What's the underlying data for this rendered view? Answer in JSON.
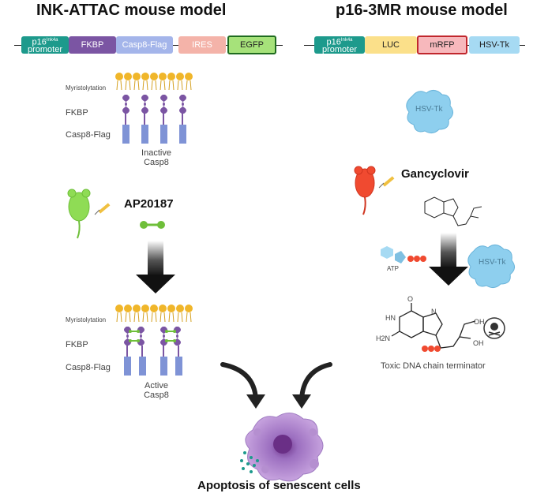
{
  "left": {
    "title": "INK-ATTAC mouse model",
    "construct": {
      "promoter_line1": "p16",
      "promoter_sup": "Ink4a",
      "promoter_line2": "promoter",
      "fkbp": "FKBP",
      "casp8flag": "Casp8-Flag",
      "ires": "IRES",
      "egfp": "EGFP"
    },
    "top_labels": {
      "myristoylation": "Myristolytation",
      "fkbp": "FKBP",
      "casp8flag": "Casp8-Flag"
    },
    "inactive_line1": "Inactive",
    "inactive_line2": "Casp8",
    "drug": "AP20187",
    "bottom_labels": {
      "myristoylation": "Myristolytation",
      "fkbp": "FKBP",
      "casp8flag": "Casp8-Flag"
    },
    "active_line1": "Active",
    "active_line2": "Casp8"
  },
  "right": {
    "title": "p16-3MR mouse model",
    "construct": {
      "promoter_line1": "p16",
      "promoter_sup": "Ink4a",
      "promoter_line2": "promoter",
      "luc": "LUC",
      "mrfp": "mRFP",
      "hsvtk": "HSV-Tk"
    },
    "hsvtk_protein": "HSV-Tk",
    "drug": "Gancyclovir",
    "atp": "ATP",
    "hsvtk_protein2": "HSV-Tk",
    "toxic": "Toxic DNA chain terminator",
    "chem": {
      "o": "O",
      "hn": "HN",
      "h2n": "H2N",
      "n": "N",
      "oh": "OH"
    }
  },
  "bottom": {
    "caption": "Apoptosis of senescent cells"
  },
  "colors": {
    "promoter": "#1d9a8c",
    "fkbp": "#7b55a3",
    "casp8": "#7f93d6",
    "ires": "#f4b3a9",
    "egfp": "#a6e27a",
    "luc": "#fbe08a",
    "mrfp": "#f7b8bc",
    "hsvtk": "#a6daf3",
    "lipid": "#f0b62a",
    "cell": "#b58fd0"
  }
}
